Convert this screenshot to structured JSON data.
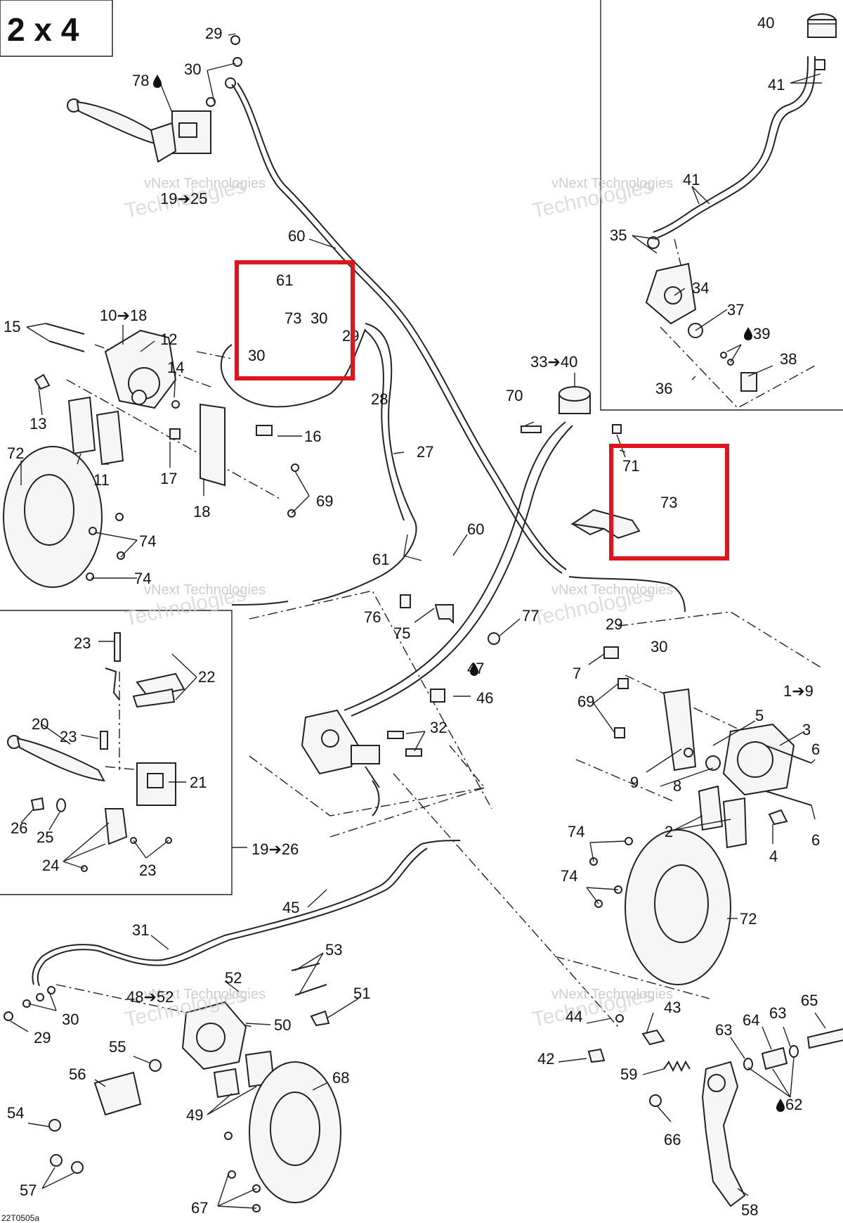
{
  "header": {
    "title": "2 x 4"
  },
  "figure_code": "22T0505a",
  "watermark": {
    "line1": "vNext Technologies",
    "line2": "Technologies"
  },
  "highlight_color": "#e0141c",
  "callouts": {
    "c29a": "29",
    "c30a": "30",
    "c78": "78",
    "c19_25": "19➔25",
    "c60a": "60",
    "c61a": "61",
    "c73a": "73",
    "c30b": "30",
    "c29b": "29",
    "c30c": "30",
    "c28": "28",
    "c27": "27",
    "c15": "15",
    "c10_18": "10➔18",
    "c12": "12",
    "c14": "14",
    "c13": "13",
    "c16": "16",
    "c17": "17",
    "c11": "11",
    "c72a": "72",
    "c18": "18",
    "c69a": "69",
    "c74a": "74",
    "c74b": "74",
    "c60b": "60",
    "c61b": "61",
    "c76": "76",
    "c75": "75",
    "c77": "77",
    "c47": "47",
    "c46": "46",
    "c32": "32",
    "c33_40": "33➔40",
    "c70": "70",
    "c71": "71",
    "c73b": "73",
    "c29c": "29",
    "c30d": "30",
    "c40": "40",
    "c41a": "41",
    "c41b": "41",
    "c35": "35",
    "c34": "34",
    "c37": "37",
    "c39": "39",
    "c38": "38",
    "c36": "36",
    "c23a": "23",
    "c22": "22",
    "c20": "20",
    "c23b": "23",
    "c21": "21",
    "c26": "26",
    "c25": "25",
    "c24": "24",
    "c23c": "23",
    "c19_26": "19➔26",
    "c7": "7",
    "c1_9": "1➔9",
    "c69b": "69",
    "c5": "5",
    "c3": "3",
    "c6a": "6",
    "c9": "9",
    "c8": "8",
    "c2": "2",
    "c4": "4",
    "c6b": "6",
    "c74c": "74",
    "c74d": "74",
    "c72b": "72",
    "c45": "45",
    "c31": "31",
    "c53": "53",
    "c52": "52",
    "c48_52": "48➔52",
    "c51": "51",
    "c50": "50",
    "c30e": "30",
    "c29d": "29",
    "c55": "55",
    "c56": "56",
    "c54": "54",
    "c57": "57",
    "c49": "49",
    "c68": "68",
    "c67": "67",
    "c44": "44",
    "c43": "43",
    "c42": "42",
    "c59": "59",
    "c65": "65",
    "c63a": "63",
    "c64": "64",
    "c63b": "63",
    "c62": "62",
    "c66": "66",
    "c58": "58"
  }
}
